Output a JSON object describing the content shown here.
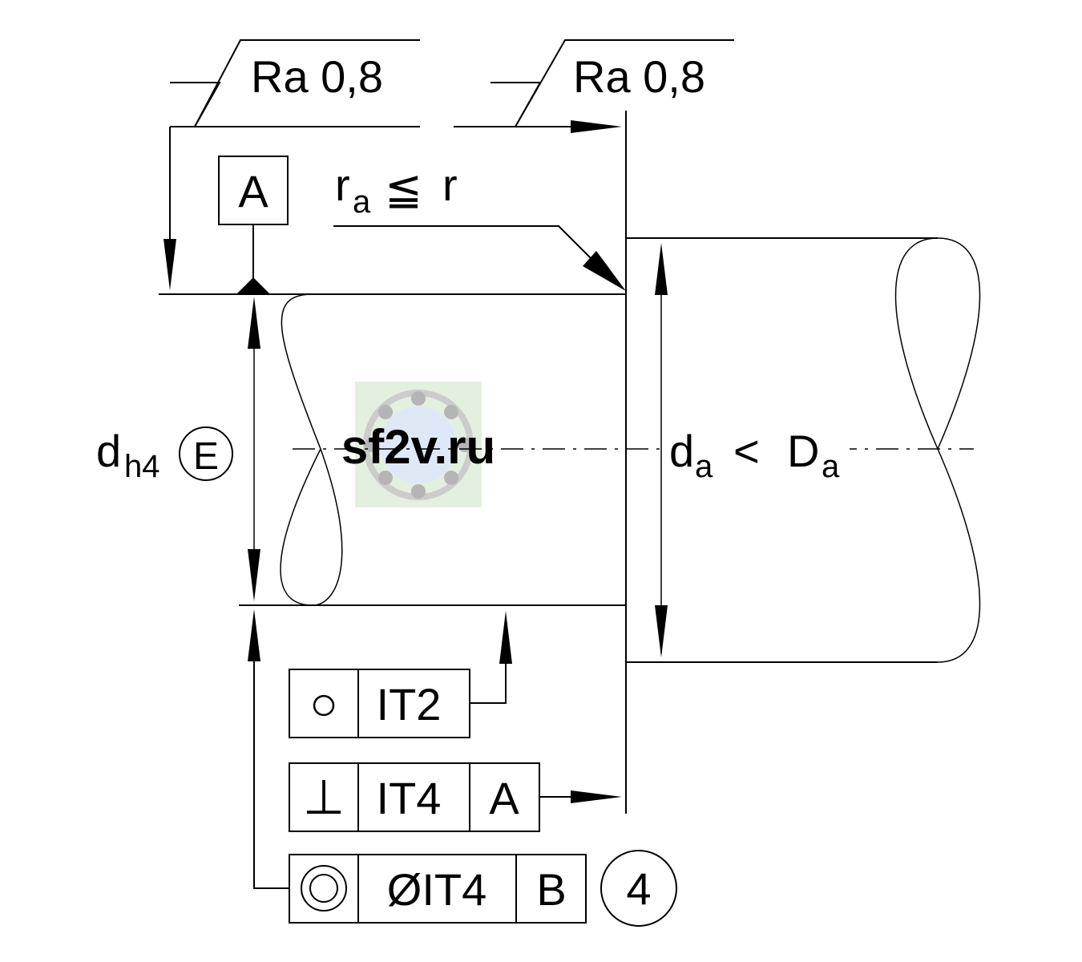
{
  "surface": {
    "left_symbol_text": "Ra 0,8",
    "right_symbol_text": "Ra 0,8"
  },
  "datum_a": {
    "letter": "A"
  },
  "radius_note": {
    "r_main": "r",
    "r_sub": "a",
    "relation": "≦",
    "r_right": "r"
  },
  "shaft_dim": {
    "main": "d",
    "sub": "h4",
    "envelope": "E"
  },
  "housing_dim": {
    "d_main": "d",
    "d_sub": "a",
    "relation": "<",
    "D_main": "D",
    "D_sub": "a"
  },
  "tolerances": {
    "roundness": {
      "symbol": "○",
      "value": "IT2"
    },
    "perpendicularity": {
      "symbol": "⊥",
      "value": "IT4",
      "datum": "A"
    },
    "concentricity": {
      "symbol": "◎",
      "value": "ØIT4",
      "datum": "B"
    }
  },
  "callout": {
    "number": "4"
  },
  "watermark": {
    "text": "sf2v.ru"
  },
  "colors": {
    "line": "#000000",
    "watermark_text": "#4a7fd4",
    "watermark_bg": "#e3f0e0"
  }
}
